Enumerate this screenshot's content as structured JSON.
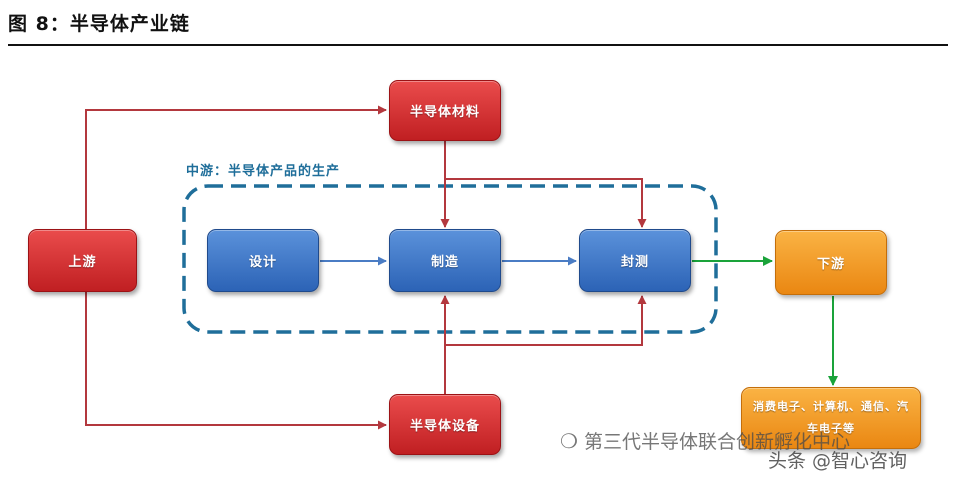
{
  "header": {
    "figure_title": "图 8：半导体产业链"
  },
  "diagram": {
    "midstream_label": "中游：半导体产品的生产",
    "nodes": {
      "upstream": "上游",
      "materials": "半导体材料",
      "equipment": "半导体设备",
      "design": "设计",
      "manufacturing": "制造",
      "packaging_testing": "封测",
      "downstream": "下游",
      "applications": "消费电子、计算机、通信、汽车电子等"
    },
    "colors": {
      "red_node": "#c01f22",
      "blue_node": "#2c63b6",
      "orange_node": "#ea8712",
      "red_arrow": "#b3383e",
      "blue_arrow": "#4a7cc4",
      "green_arrow": "#1aa33a",
      "dashed_border": "#1f6e9a"
    }
  },
  "watermarks": {
    "wechat_icon": "wechat-icon",
    "wechat_account": "第三代半导体联合创新孵化中心",
    "toutiao": "头条 @智心咨询"
  }
}
